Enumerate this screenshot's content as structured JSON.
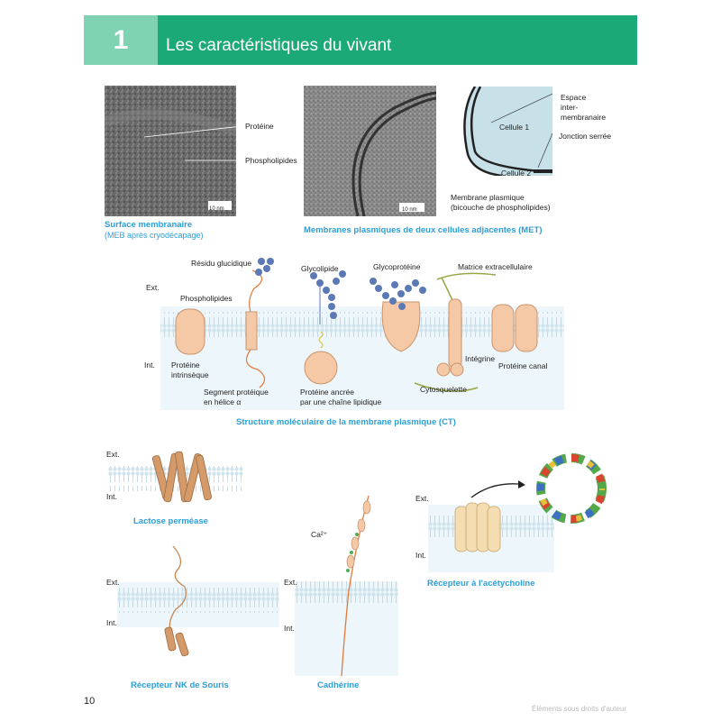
{
  "header": {
    "number": "1",
    "title": "Les caractéristiques du vivant"
  },
  "photo1": {
    "label_protein": "Protéine",
    "label_phospho": "Phospholipides",
    "scale": "10 nm",
    "caption": "Surface membranaire",
    "caption_sub": "(MEB après cryodécapage)"
  },
  "photo2": {
    "scale": "10 nm",
    "caption": "Membranes plasmiques de deux cellules adjacentes (MET)"
  },
  "schema1": {
    "espace_line1": "Espace",
    "espace_line2": "inter-",
    "espace_line3": "membranaire",
    "cell1": "Cellule 1",
    "cell2": "Cellule 2",
    "jonction": "Jonction serrée",
    "membrane_line1": "Membrane plasmique",
    "membrane_line2": "(bicouche de phospholipides)"
  },
  "structure": {
    "ext": "Ext.",
    "int": "Int.",
    "residu": "Résidu glucidique",
    "glycolipide": "Glycolipide",
    "glycoproteine": "Glycoprotéine",
    "matrice": "Matrice extracellulaire",
    "phospholipides": "Phospholipides",
    "proteine_intrinseque_1": "Protéine",
    "proteine_intrinseque_2": "intrinsèque",
    "segment_1": "Segment protéique",
    "segment_2": "en hélice α",
    "ancree_1": "Protéine ancrée",
    "ancree_2": "par une chaîne lipidique",
    "integrine": "Intégrine",
    "canal": "Protéine canal",
    "cyto": "Cytosquelette",
    "caption": "Structure moléculaire de la membrane plasmique (CT)"
  },
  "examples": {
    "ext": "Ext.",
    "int": "Int.",
    "ca": "Ca²⁺",
    "lactose": "Lactose perméase",
    "acetyl": "Récepteur à l'acétycholine",
    "nk": "Récepteur NK de Souris",
    "cadherine": "Cadhérine"
  },
  "footer": {
    "page": "10",
    "right": "Éléments sous droits d'auteur"
  }
}
